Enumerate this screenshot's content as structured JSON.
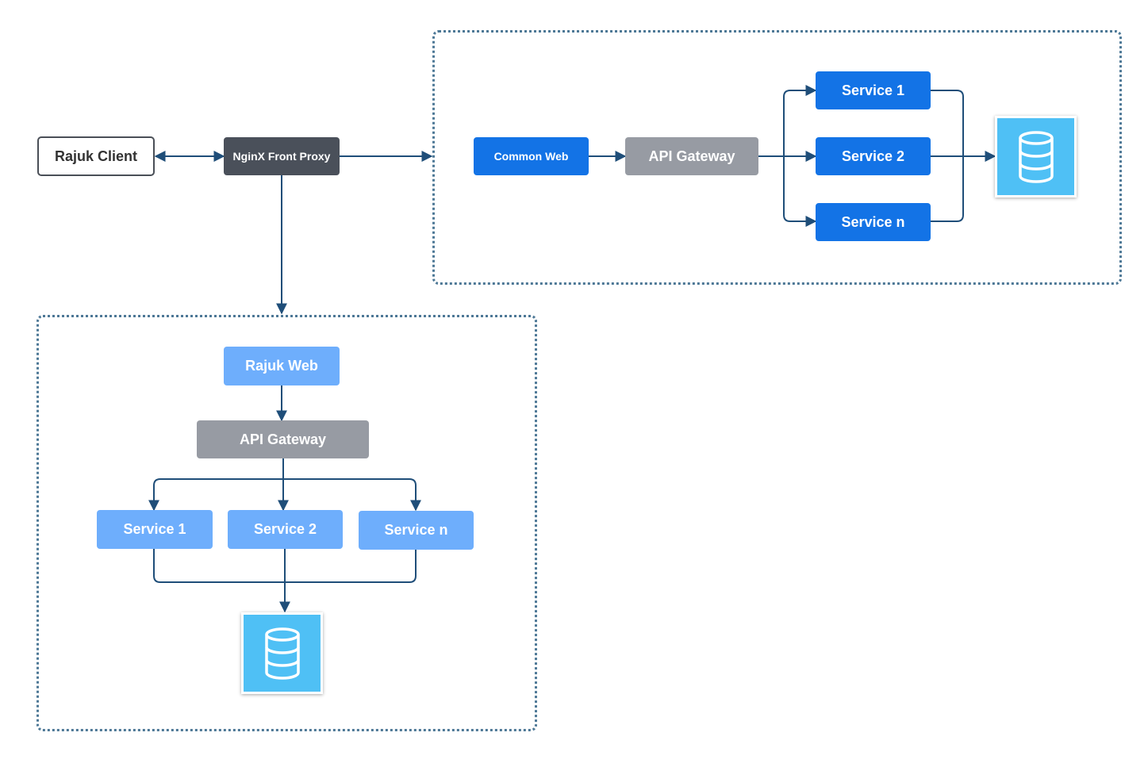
{
  "nodes": {
    "client": "Rajuk Client",
    "proxy": "NginX Front Proxy",
    "common": {
      "web": "Common Web",
      "gateway": "API Gateway",
      "service_1": "Service 1",
      "service_2": "Service 2",
      "service_n": "Service n"
    },
    "rajuk": {
      "web": "Rajuk Web",
      "gateway": "API Gateway",
      "service_1": "Service 1",
      "service_2": "Service 2",
      "service_n": "Service n"
    }
  },
  "icons": {
    "database": "database-icon"
  },
  "colors": {
    "connector": "#1f4e79",
    "group_border": "#4d7896",
    "proxy": "#4a505a",
    "dark_blue": "#1373e6",
    "gray": "#979ba3",
    "light_blue": "#6eaefc",
    "database": "#4fc0f5"
  }
}
